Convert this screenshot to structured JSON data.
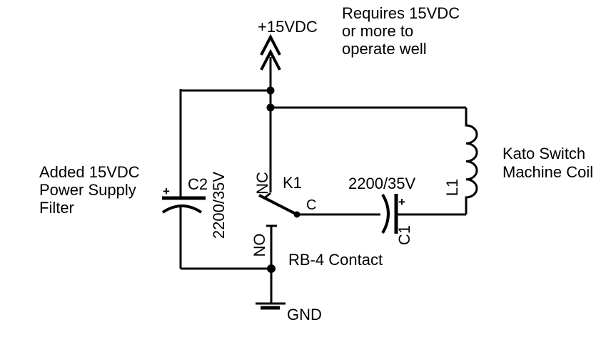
{
  "colors": {
    "line": "#000000",
    "text": "#000000",
    "background": "#ffffff"
  },
  "diagram": {
    "power": {
      "label": "+15VDC"
    },
    "note_top": {
      "lines": [
        "Requires 15VDC",
        "or more to",
        "operate well"
      ]
    },
    "note_left": {
      "lines": [
        "Added 15VDC",
        "Power Supply",
        "Filter"
      ]
    },
    "c2": {
      "ref": "C2",
      "value": "2200/35V",
      "polarity": "+"
    },
    "c1": {
      "ref": "C1",
      "value": "2200/35V",
      "polarity": "+"
    },
    "relay": {
      "ref": "K1",
      "nc": "NC",
      "no": "NO",
      "common": "C",
      "note": "RB-4 Contact"
    },
    "coil": {
      "ref": "L1",
      "note_lines": [
        "Kato Switch",
        "Machine Coil"
      ]
    },
    "ground": {
      "label": "GND"
    }
  }
}
